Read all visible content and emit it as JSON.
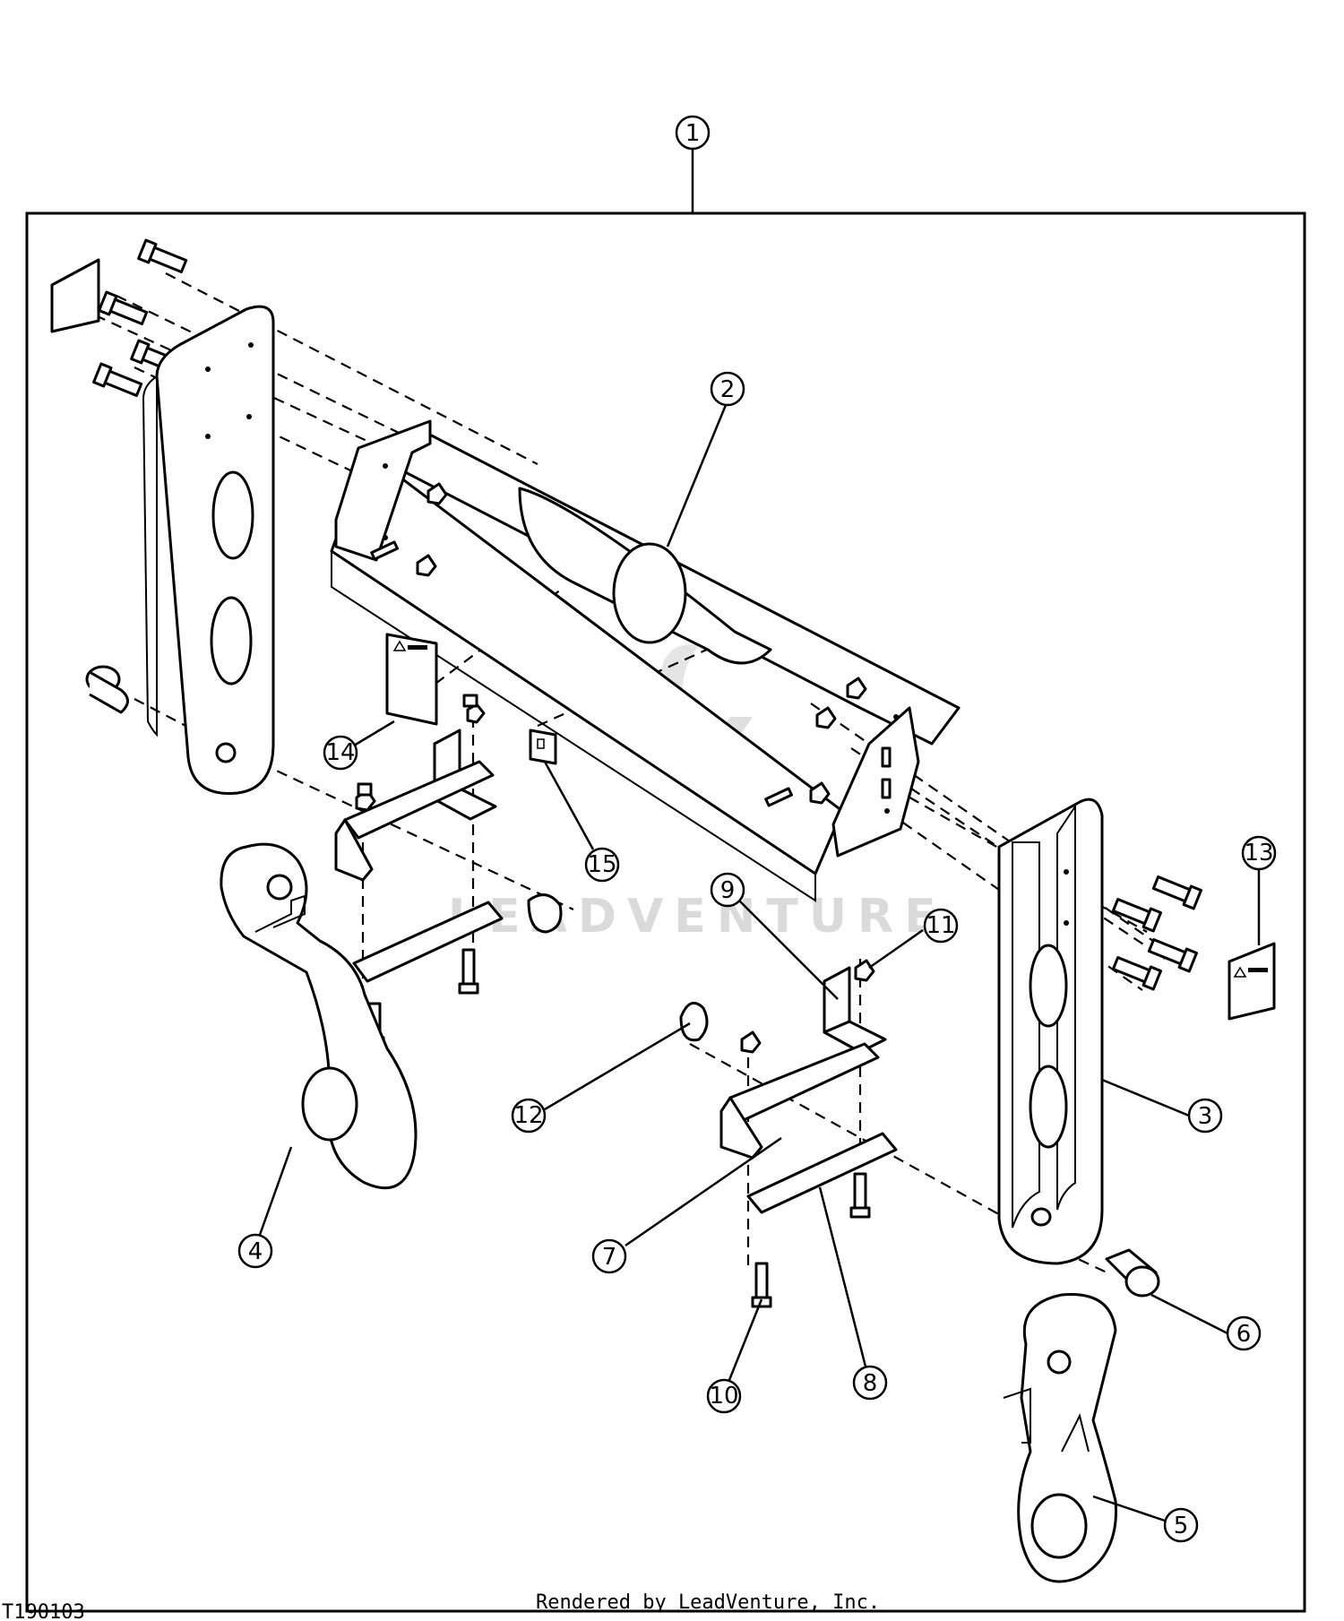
{
  "diagram": {
    "figure_code": "T190103",
    "footer": "Rendered by LeadVenture, Inc.",
    "watermark": "LEADVENTURE",
    "callouts": [
      "1",
      "2",
      "3",
      "4",
      "5",
      "6",
      "7",
      "8",
      "9",
      "10",
      "11",
      "12",
      "13",
      "14",
      "15"
    ]
  }
}
